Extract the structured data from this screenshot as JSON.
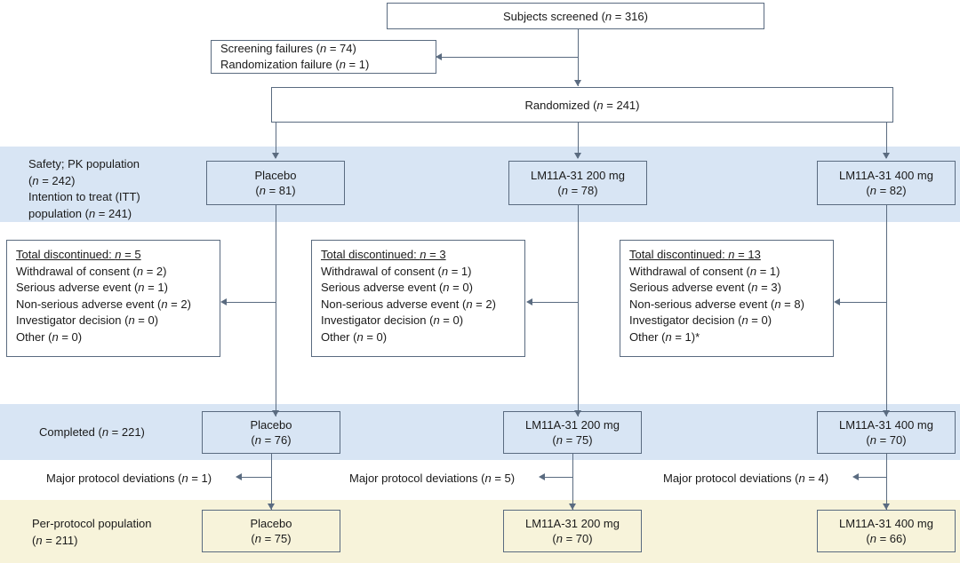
{
  "diagram": {
    "title": "CONSORT participant flow diagram",
    "colors": {
      "band_blue": "#d8e5f4",
      "band_cream": "#f7f3da",
      "stroke": "#5a6b80",
      "text": "#1a1a1a"
    }
  },
  "screened": {
    "label": "Subjects screened (n = 316)"
  },
  "screen_failures": {
    "line1": "Screening failures (n = 74)",
    "line2": "Randomization failure (n = 1)"
  },
  "randomized": {
    "label": "Randomized (n = 241)"
  },
  "population_band": {
    "line1": "Safety; PK population",
    "line2": "(n = 242)",
    "line3": "Intention to treat (ITT)",
    "line4": "population (n = 241)"
  },
  "arms_randomized": [
    {
      "name": "Placebo",
      "count": "(n = 81)"
    },
    {
      "name": "LM11A-31 200 mg",
      "count": "(n = 78)"
    },
    {
      "name": "LM11A-31 400 mg",
      "count": "(n = 82)"
    }
  ],
  "discontinued": [
    {
      "header": "Total discontinued: n = 5",
      "items": [
        "Withdrawal of consent (n = 2)",
        "Serious adverse event (n = 1)",
        "Non-serious adverse event (n = 2)",
        "Investigator decision (n = 0)",
        "Other (n = 0)"
      ]
    },
    {
      "header": "Total discontinued: n = 3",
      "items": [
        "Withdrawal of consent (n = 1)",
        "Serious adverse event (n = 0)",
        "Non-serious adverse event (n = 2)",
        "Investigator decision (n = 0)",
        "Other (n = 0)"
      ]
    },
    {
      "header": "Total discontinued: n = 13",
      "items": [
        "Withdrawal of consent (n = 1)",
        "Serious adverse event (n = 3)",
        "Non-serious adverse event (n = 8)",
        "Investigator decision (n = 0)",
        "Other (n = 1)*"
      ]
    }
  ],
  "completed_band": {
    "label": "Completed (n = 221)"
  },
  "arms_completed": [
    {
      "name": "Placebo",
      "count": "(n = 76)"
    },
    {
      "name": "LM11A-31 200 mg",
      "count": "(n = 75)"
    },
    {
      "name": "LM11A-31 400 mg",
      "count": "(n = 70)"
    }
  ],
  "protocol_deviations": [
    {
      "label": "Major protocol deviations (n = 1)"
    },
    {
      "label": "Major protocol deviations (n = 5)"
    },
    {
      "label": "Major protocol deviations (n = 4)"
    }
  ],
  "per_protocol_band": {
    "line1": "Per-protocol population",
    "line2": "(n = 211)"
  },
  "arms_per_protocol": [
    {
      "name": "Placebo",
      "count": "(n = 75)"
    },
    {
      "name": "LM11A-31 200 mg",
      "count": "(n = 70)"
    },
    {
      "name": "LM11A-31 400 mg",
      "count": "(n = 66)"
    }
  ]
}
